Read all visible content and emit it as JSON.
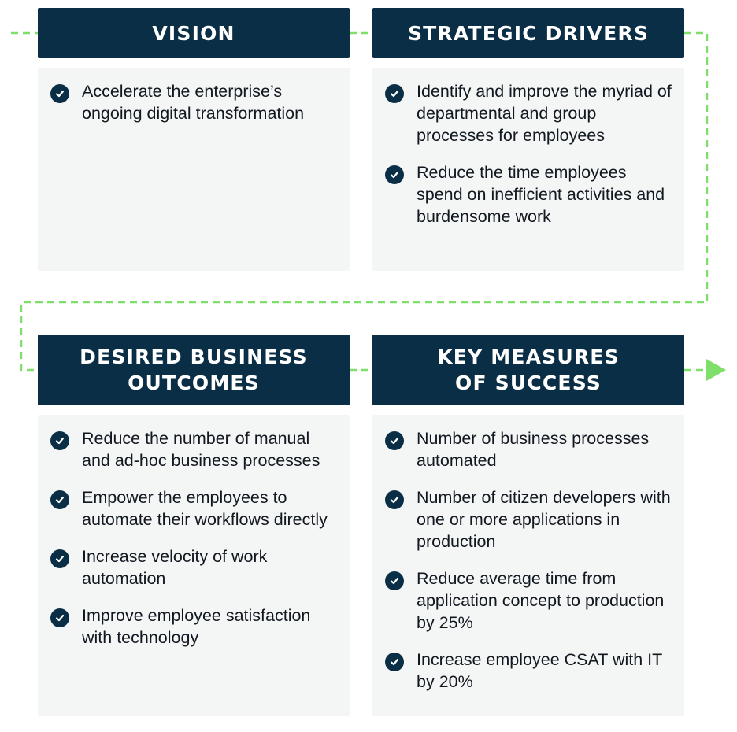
{
  "colors": {
    "header_bg": "#0a2e45",
    "body_bg": "#f4f5f5",
    "connector": "#7ee06b",
    "text": "#111820"
  },
  "cards": [
    {
      "title_lines": [
        "VISION"
      ],
      "items": [
        "Accelerate the enterprise’s ongoing digital transformation"
      ]
    },
    {
      "title_lines": [
        "STRATEGIC DRIVERS"
      ],
      "items": [
        "Identify and improve the myriad of departmental and group processes for employees",
        "Reduce the time employees spend on inefficient activities and burdensome work"
      ]
    },
    {
      "title_lines": [
        "DESIRED BUSINESS",
        "OUTCOMES"
      ],
      "items": [
        "Reduce the number of manual and ad-hoc business processes",
        "Empower the employees to automate their workflows directly",
        "Increase velocity of work automation",
        "Improve employee satisfaction with technology"
      ]
    },
    {
      "title_lines": [
        "KEY MEASURES",
        "OF SUCCESS"
      ],
      "items": [
        "Number of business processes automated",
        "Number of citizen developers with one or more applications in production",
        "Reduce average time from application concept to production by 25%",
        "Increase employee CSAT with IT by 20%"
      ]
    }
  ],
  "icons": {
    "bullet": "check-circle-icon",
    "flow_end": "arrow-right-icon"
  }
}
